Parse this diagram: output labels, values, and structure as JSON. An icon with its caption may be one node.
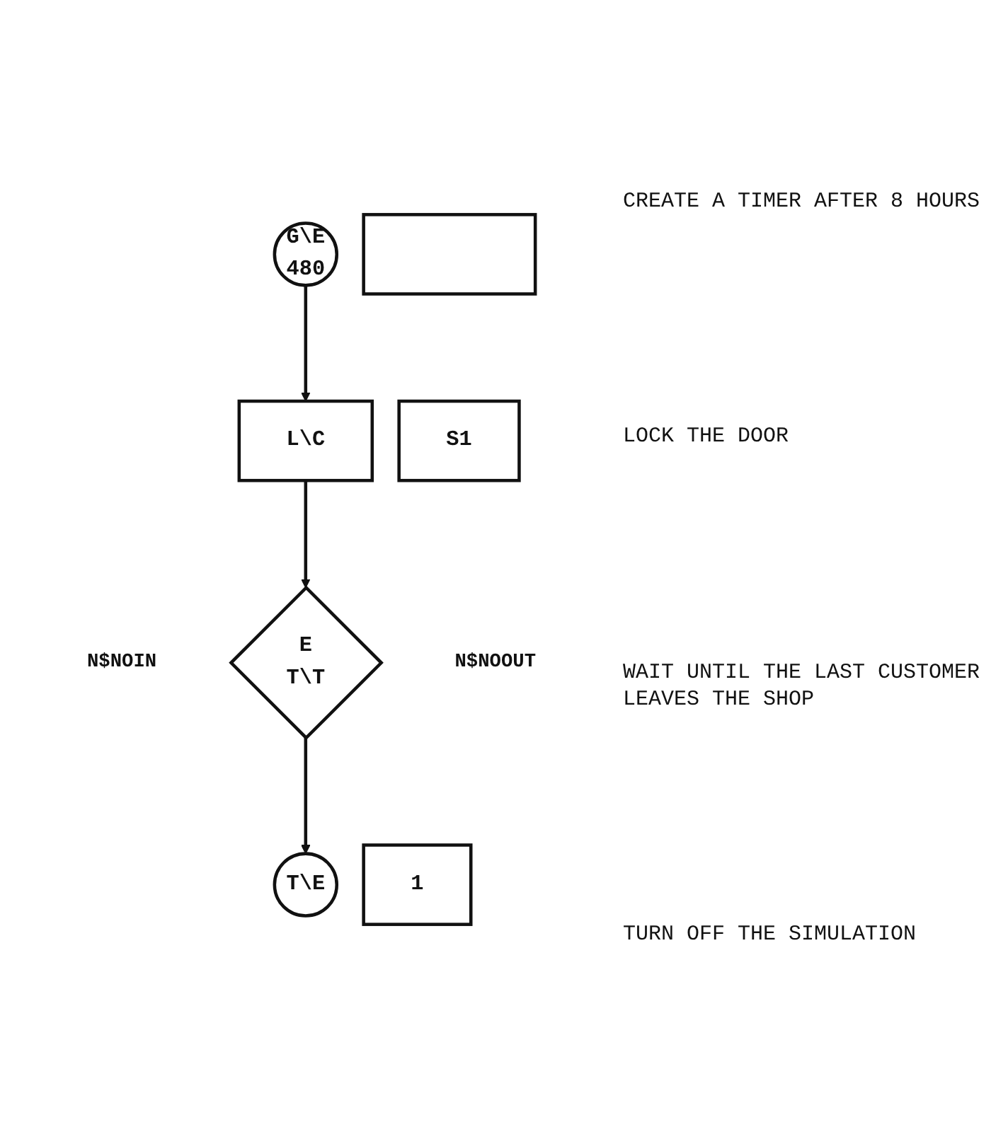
{
  "diagram": {
    "nodes": [
      {
        "text": [
          "G\\E",
          "480"
        ]
      },
      {
        "text": [],
        "shape": "box"
      },
      {
        "text": [
          "L\\C"
        ]
      },
      {
        "text": [
          "S1"
        ]
      },
      {
        "text": [
          "E",
          "T\\T"
        ],
        "beside": [
          "N$NOIN",
          "N$NOOUT"
        ]
      },
      {
        "text": [
          "T\\E"
        ]
      },
      {
        "text": [
          "1"
        ]
      }
    ],
    "edges": [
      {
        "from": 0,
        "to": 2,
        "arrow": "to"
      },
      {
        "from": 2,
        "to": 4,
        "arrow": "to"
      },
      {
        "from": 4,
        "to": 5,
        "arrow": "to"
      }
    ],
    "labels": [
      "CREATE A TIMER AFTER 8 HOURS",
      "LOCK THE DOOR",
      "WAIT UNTIL THE LAST CUSTOMER LEAVES THE SHOP",
      "TURN OFF THE SIMULATION"
    ]
  }
}
